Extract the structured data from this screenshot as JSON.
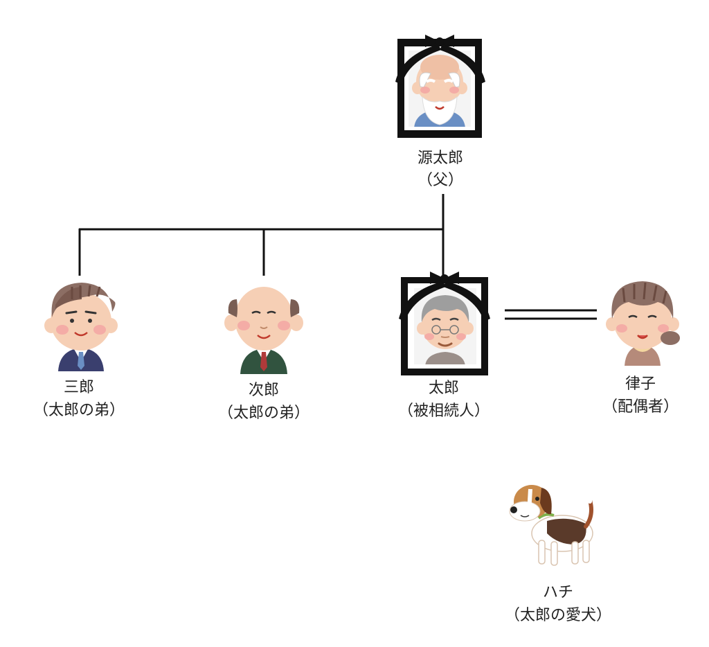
{
  "people": {
    "father": {
      "name": "源太郎",
      "role": "（父）",
      "deceased": true
    },
    "saburo": {
      "name": "三郎",
      "role": "（太郎の弟）",
      "deceased": false
    },
    "jiro": {
      "name": "次郎",
      "role": "（太郎の弟）",
      "deceased": false
    },
    "taro": {
      "name": "太郎",
      "role": "（被相続人）",
      "deceased": true
    },
    "ritsuko": {
      "name": "律子",
      "role": "（配偶者）",
      "deceased": false
    },
    "hachi": {
      "name": "ハチ",
      "role": "（太郎の愛犬）",
      "deceased": false
    }
  },
  "relations": [
    {
      "type": "parent-child",
      "from": "father",
      "to": [
        "saburo",
        "jiro",
        "taro"
      ]
    },
    {
      "type": "marriage",
      "between": [
        "taro",
        "ritsuko"
      ]
    }
  ]
}
